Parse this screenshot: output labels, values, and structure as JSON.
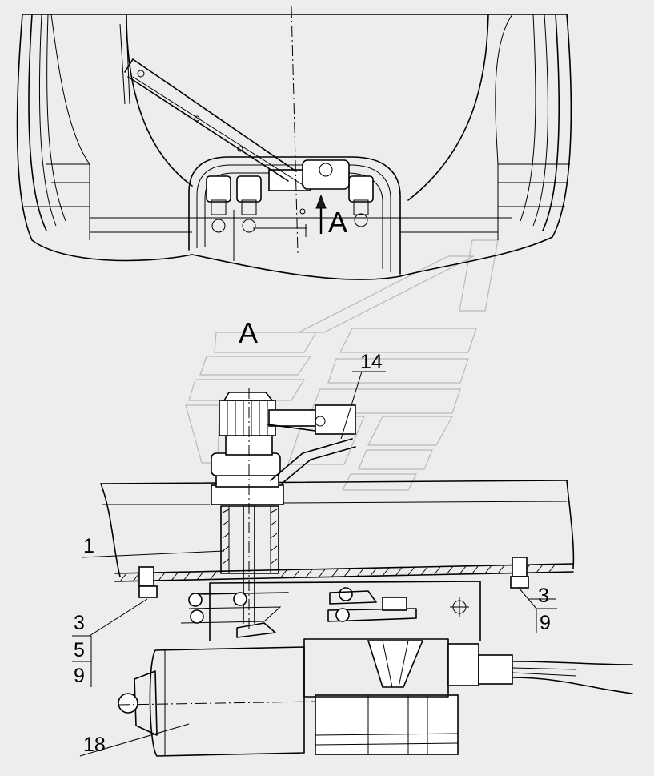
{
  "view_marker": "A",
  "view_title": "A",
  "callouts": {
    "c1": "1",
    "c14": "14",
    "c18": "18",
    "left_top": "3",
    "left_mid": "5",
    "left_bot": "9",
    "right_top": "3",
    "right_bot": "9"
  }
}
